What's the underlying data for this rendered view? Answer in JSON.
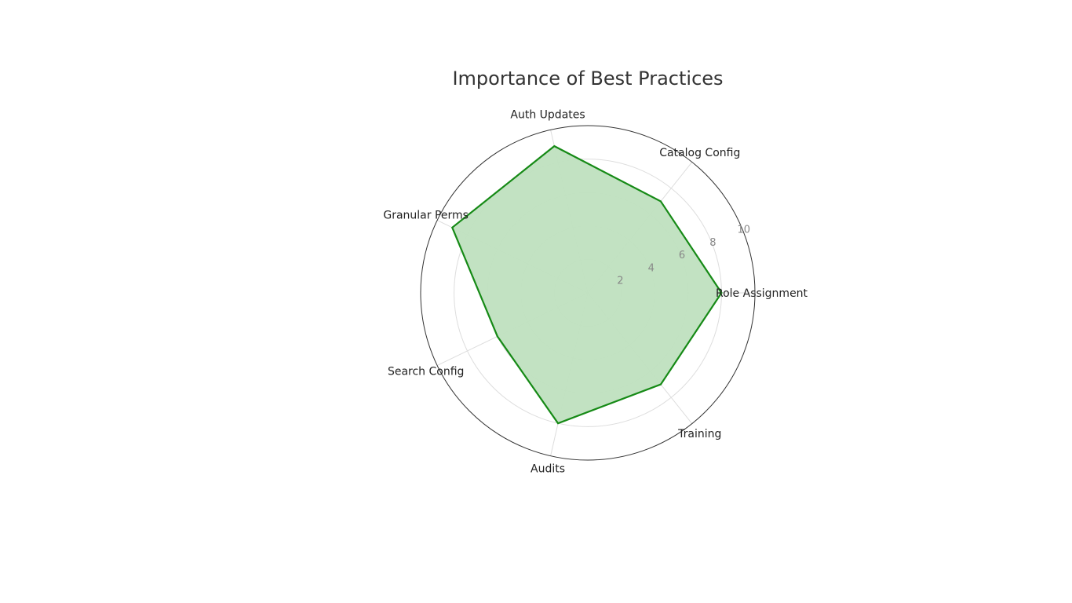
{
  "chart_data": {
    "type": "radar",
    "title": "Importance of Best Practices",
    "categories": [
      "Role Assignment",
      "Catalog Config",
      "Auth Updates",
      "Granular Perms",
      "Search Config",
      "Audits",
      "Training"
    ],
    "values": [
      8,
      7,
      9,
      9,
      6,
      8,
      7
    ],
    "rlim": [
      0,
      10
    ],
    "rticks": [
      2,
      4,
      6,
      8,
      10
    ],
    "grid": true,
    "colors": {
      "line": "#168a16",
      "fill": "#bfe0bf",
      "grid": "#dddddd",
      "frame": "#333333"
    }
  }
}
